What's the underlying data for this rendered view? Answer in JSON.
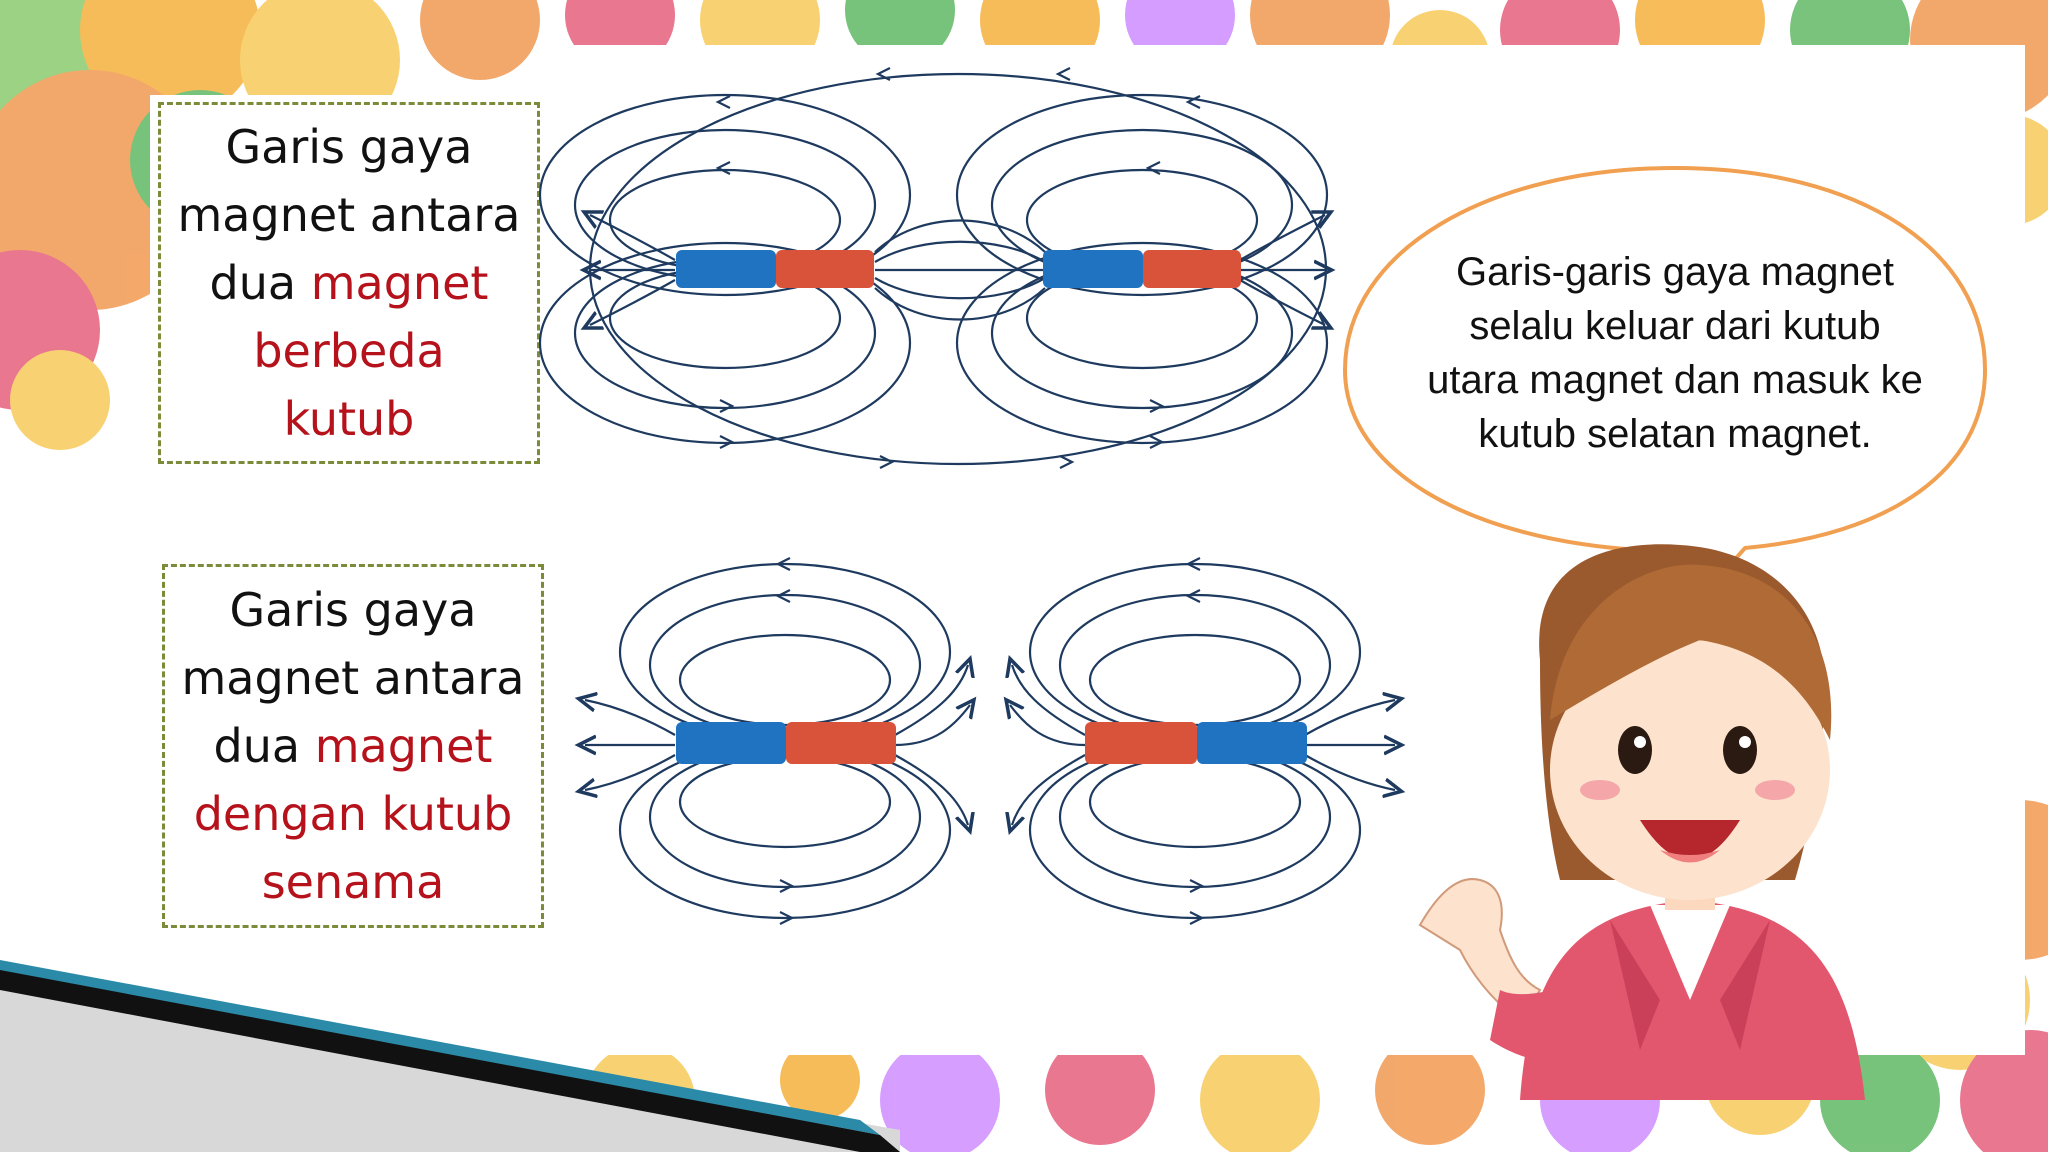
{
  "slide": {
    "box_top": {
      "plain1": "Garis gaya",
      "plain2": "magnet antara",
      "plain3": "dua",
      "red1": "magnet",
      "red2": "berbeda",
      "red3": "kutub"
    },
    "box_bottom": {
      "plain1": "Garis gaya",
      "plain2": "magnet antara",
      "plain3": "dua",
      "red1": "magnet",
      "red2": "dengan kutub",
      "red3": "senama"
    },
    "speech_bubble": {
      "line1": "Garis-garis gaya magnet",
      "line2": "selalu keluar dari kutub",
      "line3": "utara magnet dan masuk ke",
      "line4": "kutub selatan magnet."
    }
  },
  "colors": {
    "magnet_blue": "#1f73c1",
    "magnet_red": "#d9533a",
    "field_line": "#1e3a5f",
    "bubble_border": "#f0a050",
    "box_border": "#7a8c3a",
    "highlight_red": "#b5121b"
  },
  "icons": [
    "teacher-character-illustration",
    "speech-bubble",
    "magnet-field-diagram"
  ]
}
